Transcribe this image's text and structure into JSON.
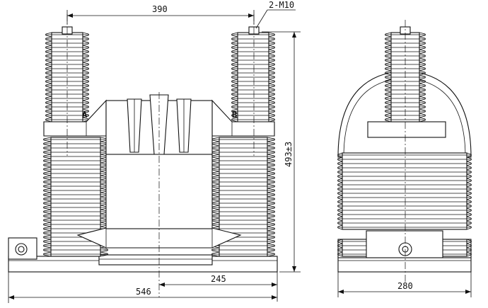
{
  "dimensions": {
    "spacing_top": "390",
    "thread": "2-M10",
    "height": "493±3",
    "offset": "245",
    "width_front": "546",
    "width_side": "280"
  },
  "labels": {
    "left_terminal": "A",
    "right_terminal": "B"
  },
  "colors": {
    "line": "#111111",
    "background": "#ffffff"
  }
}
